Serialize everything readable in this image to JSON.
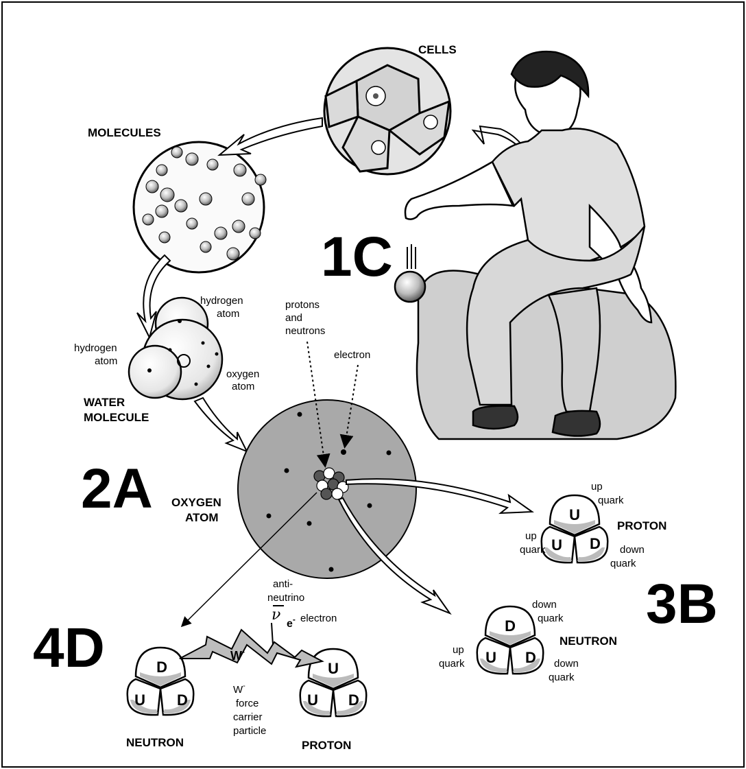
{
  "panels": {
    "1c": {
      "label": "1C",
      "cells_title": "CELLS",
      "molecules_title": "MOLECULES"
    },
    "2a": {
      "label": "2A",
      "water_molecule_title": [
        "WATER",
        "MOLECULE"
      ],
      "hydrogen_atom_top": [
        "hydrogen",
        "atom"
      ],
      "hydrogen_atom_left": [
        "hydrogen",
        "atom"
      ],
      "oxygen_atom_label": [
        "oxygen",
        "atom"
      ],
      "nucleus_label": [
        "protons",
        "and",
        "neutrons"
      ],
      "electron_label": "electron",
      "oxygen_atom_title": [
        "OXYGEN",
        "ATOM"
      ]
    },
    "3b": {
      "label": "3B",
      "proton": {
        "title": "PROTON",
        "quarks": [
          "U",
          "U",
          "D"
        ],
        "labels": {
          "top": [
            "up",
            "quark"
          ],
          "left": [
            "up",
            "quark"
          ],
          "right": [
            "down",
            "quark"
          ]
        }
      },
      "neutron": {
        "title": "NEUTRON",
        "quarks": [
          "D",
          "U",
          "D"
        ],
        "labels": {
          "top": [
            "down",
            "quark"
          ],
          "left": [
            "up",
            "quark"
          ],
          "right": [
            "down",
            "quark"
          ]
        }
      }
    },
    "4d": {
      "label": "4D",
      "antineutrino_label": [
        "anti-",
        "neutrino"
      ],
      "antineutrino_symbol": "ν",
      "electron_symbol": "e",
      "electron_superscript": "-",
      "electron_label": "electron",
      "w_symbol": "W",
      "w_superscript": "-",
      "force_carrier_label": [
        "W",
        "force",
        "carrier",
        "particle"
      ],
      "force_carrier_superscript": "-",
      "neutron": {
        "title": "NEUTRON",
        "quarks": [
          "D",
          "U",
          "D"
        ]
      },
      "proton": {
        "title": "PROTON",
        "quarks": [
          "U",
          "U",
          "D"
        ]
      }
    }
  }
}
